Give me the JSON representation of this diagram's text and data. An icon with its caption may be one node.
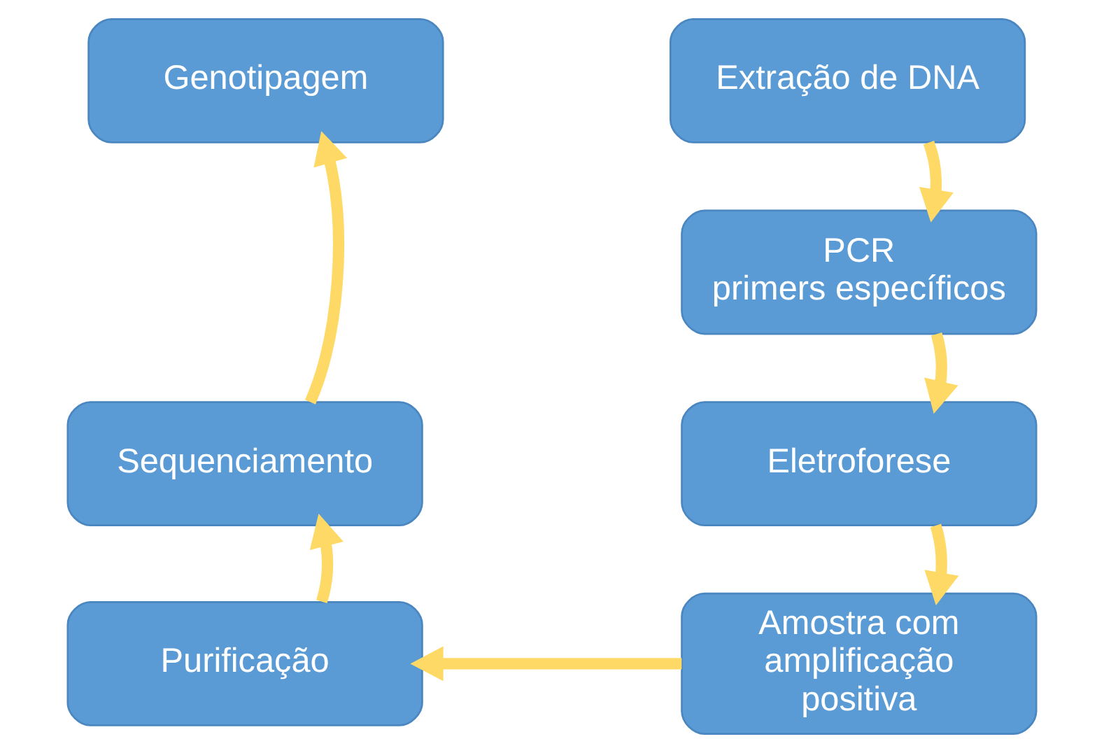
{
  "diagram": {
    "nodes": [
      {
        "text": [
          "Extração de DNA"
        ]
      },
      {
        "text": [
          "Genotipagem"
        ]
      },
      {
        "text": [
          "PCR",
          "primers específicos"
        ]
      },
      {
        "text": [
          "Sequenciamento"
        ]
      },
      {
        "text": [
          "Eletroforese"
        ]
      },
      {
        "text": [
          "Purificação"
        ]
      },
      {
        "text": [
          "Amostra com amplificação positiva"
        ]
      }
    ],
    "edges": [
      {
        "from": 0,
        "to": 2,
        "arrow": "to"
      },
      {
        "from": 2,
        "to": 4,
        "arrow": "to"
      },
      {
        "from": 4,
        "to": 6,
        "arrow": "to"
      },
      {
        "from": 6,
        "to": 5,
        "arrow": "to"
      },
      {
        "from": 5,
        "to": 3,
        "arrow": "to"
      },
      {
        "from": 3,
        "to": 1,
        "arrow": "to"
      }
    ]
  }
}
